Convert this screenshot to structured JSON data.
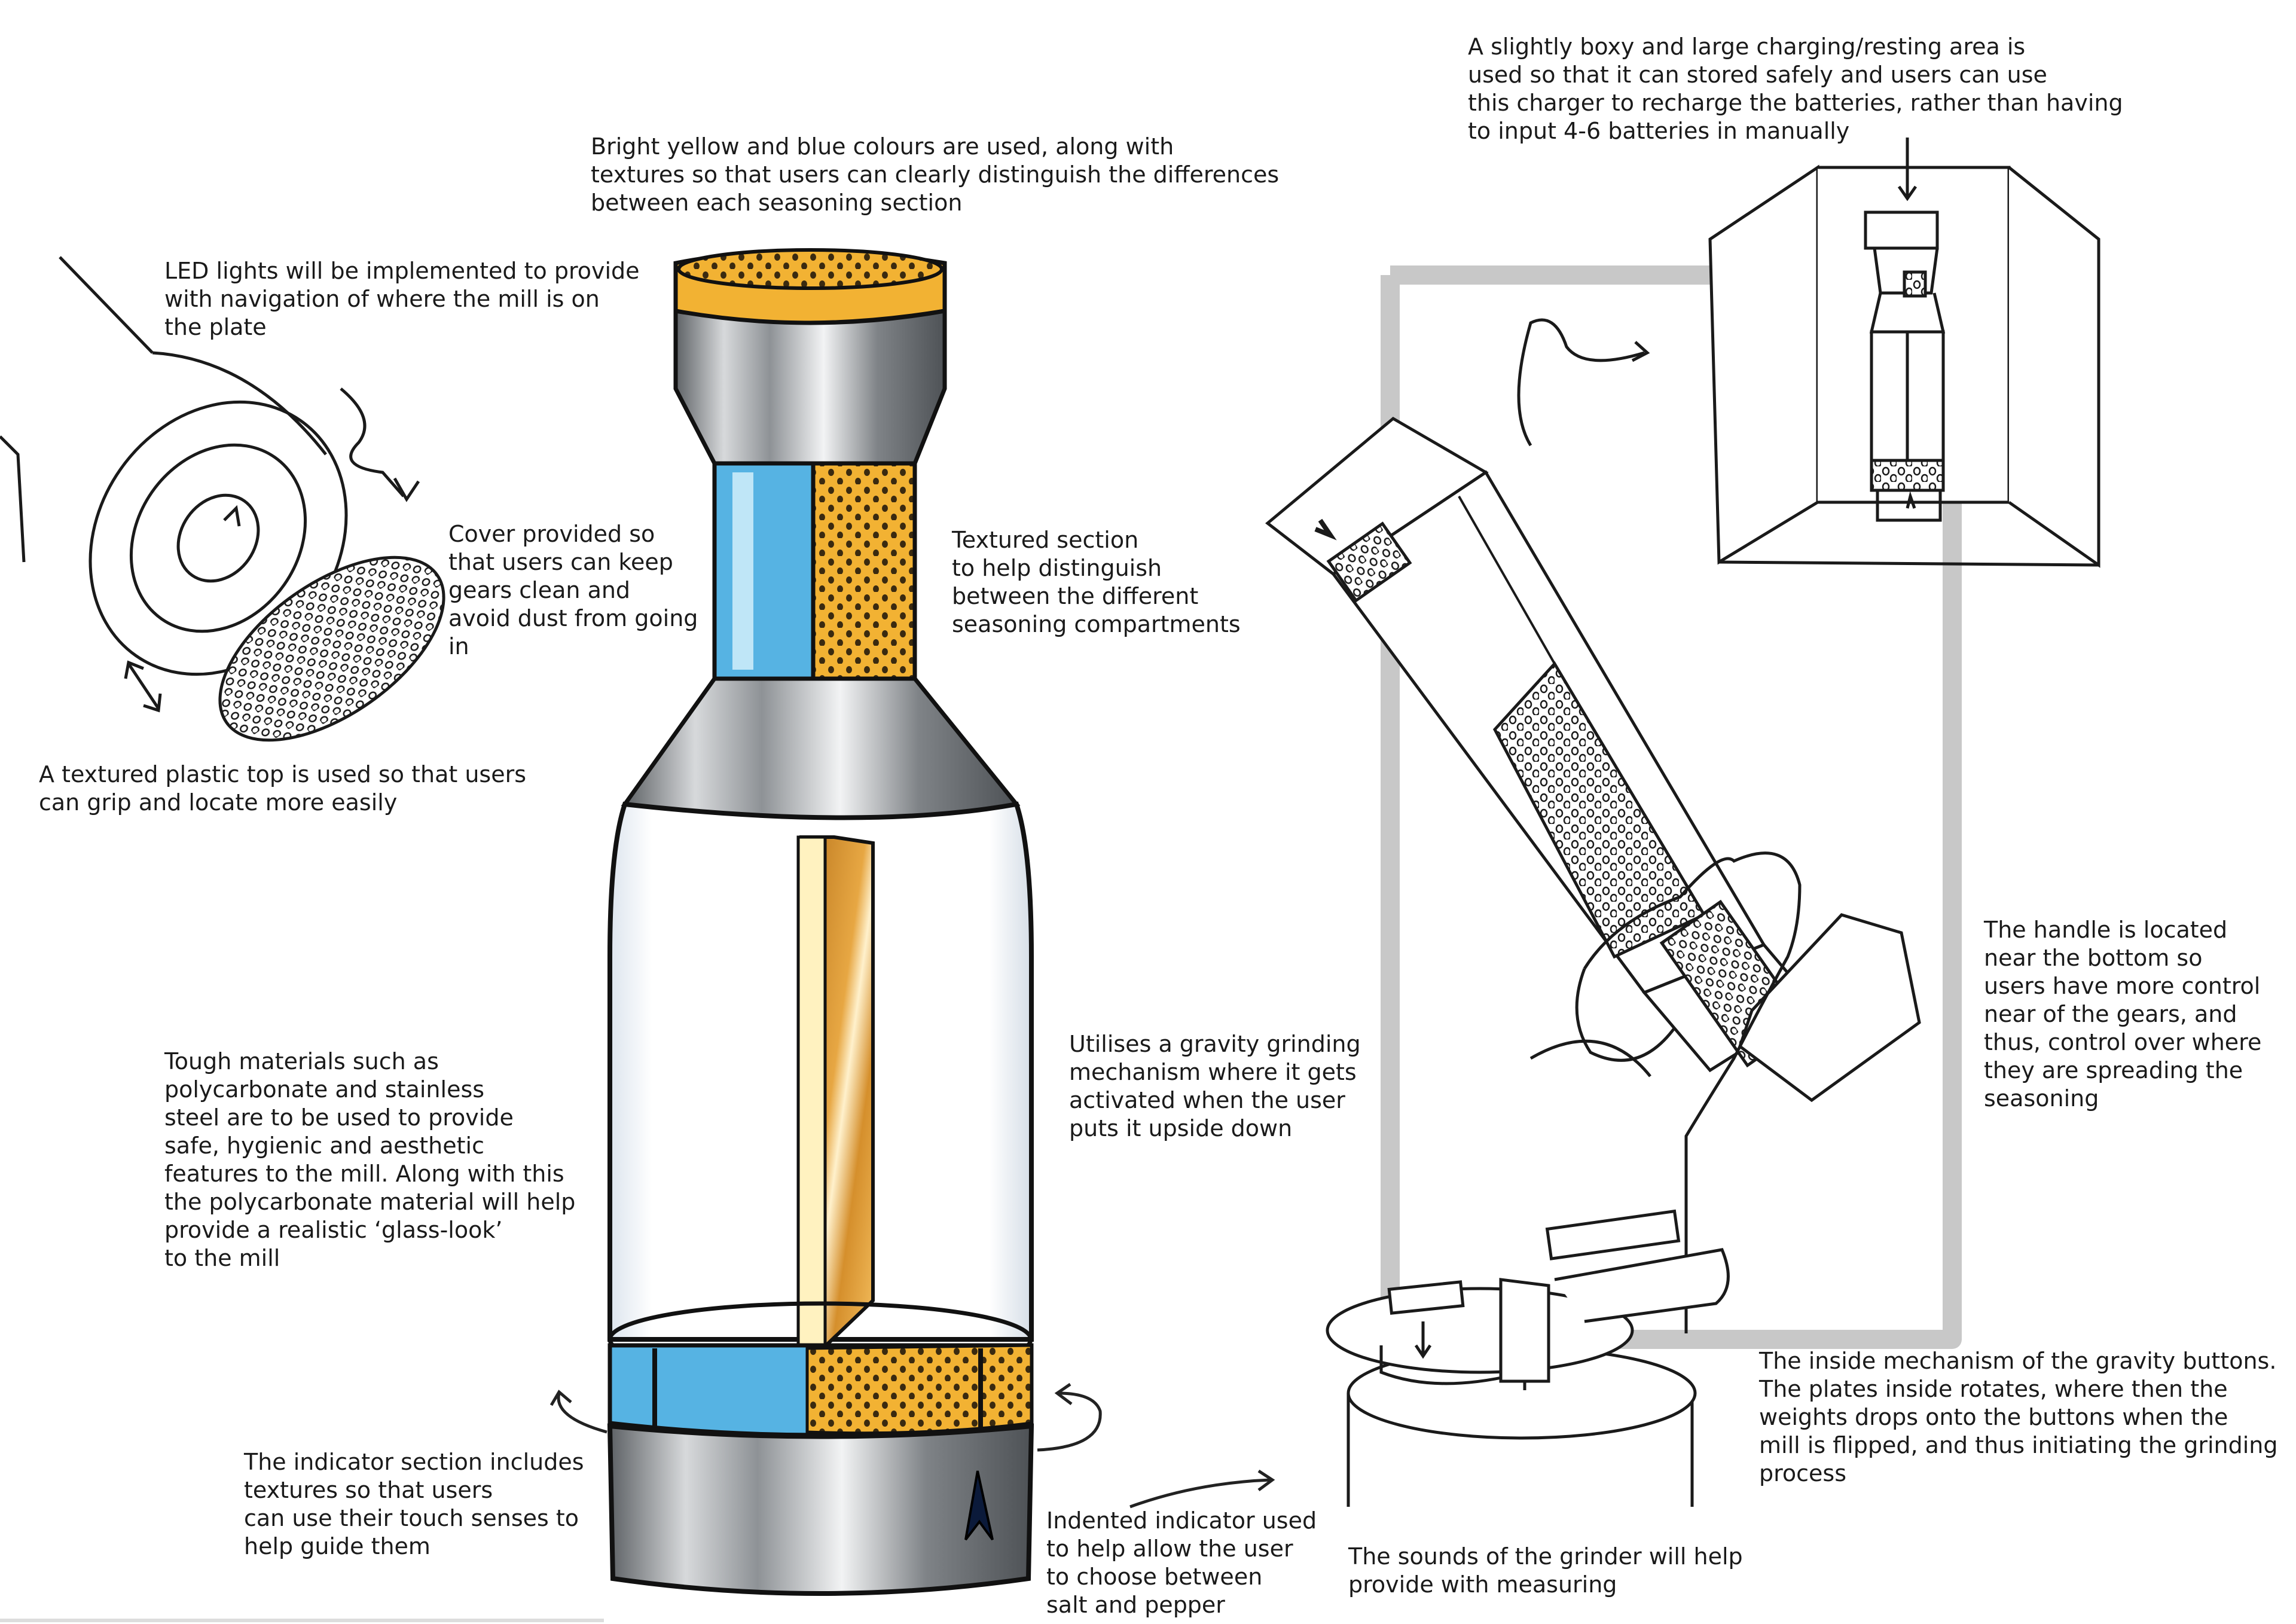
{
  "annotations": {
    "colours_note": "Bright yellow and blue colours are used, along with\ntextures so that users can clearly distinguish the differences\nbetween each seasoning section",
    "led_note": "LED lights will be implemented to provide\nwith navigation of where the mill is on\nthe plate",
    "cover_note": "Cover provided so\nthat users can keep\ngears clean and\navoid dust from going\nin",
    "textured_section_note": "Textured section\nto help distinguish\nbetween the different\nseasoning compartments",
    "textured_top_note": "A textured plastic top is used so that users\ncan grip and locate more easily",
    "materials_note": "Tough materials such as\npolycarbonate and stainless\nsteel are to be used to provide\nsafe, hygienic and aesthetic\nfeatures to the mill. Along with this\nthe polycarbonate material will help\nprovide a realistic    ‘glass-look’\nto the mill",
    "gravity_note": "Utilises a gravity grinding\nmechanism where it gets\nactivated when the user\nputs it upside down",
    "indicator_section_note": "The indicator section includes\ntextures so that users\ncan use their touch senses to\nhelp guide them",
    "indented_indicator_note": "Indented indicator used\nto help allow the user\nto choose between\nsalt and pepper",
    "charging_note": "A slightly boxy and large charging/resting area is\nused so that it can stored safely and users can use\nthis charger to recharge the batteries, rather than having\nto input 4-6 batteries in manually",
    "handle_note": "The handle is located\nnear the bottom so\nusers have more control\nnear of the gears, and\nthus, control over where\nthey are spreading the\nseasoning",
    "buttons_note": "The inside mechanism of the gravity buttons.\nThe plates inside rotates, where then the\nweights drops onto the buttons when the\nmill is flipped, and thus initiating the grinding\nprocess",
    "sounds_note": "The sounds of the grinder will help\nprovide with measuring"
  },
  "colors": {
    "yellow": "#f2b233",
    "blue": "#56b3e3",
    "steel": "#a8acb0",
    "ink": "#1a1a1a",
    "frame_grey": "#c8c8c8"
  }
}
